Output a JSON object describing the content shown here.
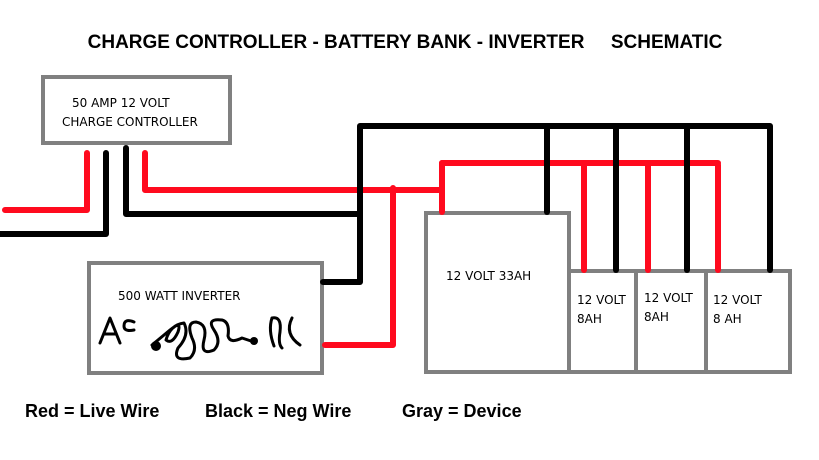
{
  "title": "CHARGE CONTROLLER - BATTERY BANK - INVERTER     SCHEMATIC",
  "colors": {
    "live_wire": "#ff0a1e",
    "neg_wire": "#000000",
    "device": "#808080"
  },
  "devices": {
    "charge_controller": {
      "line1": "50 AMP 12 VOLT",
      "line2": "CHARGE CONTROLLER"
    },
    "inverter": {
      "label": "500 WATT INVERTER",
      "scribble_left": "AC",
      "scribble_right": "DC"
    },
    "battery_main": {
      "label": "12 VOLT 33AH"
    },
    "battery_1": {
      "line1": "12 VOLT",
      "line2": "8AH"
    },
    "battery_2": {
      "line1": "12 VOLT",
      "line2": "8AH"
    },
    "battery_3": {
      "line1": "12 VOLT",
      "line2": "8 AH"
    }
  },
  "legend": {
    "red": "Red = Live Wire",
    "black": "Black = Neg Wire",
    "gray": "Gray = Device"
  }
}
